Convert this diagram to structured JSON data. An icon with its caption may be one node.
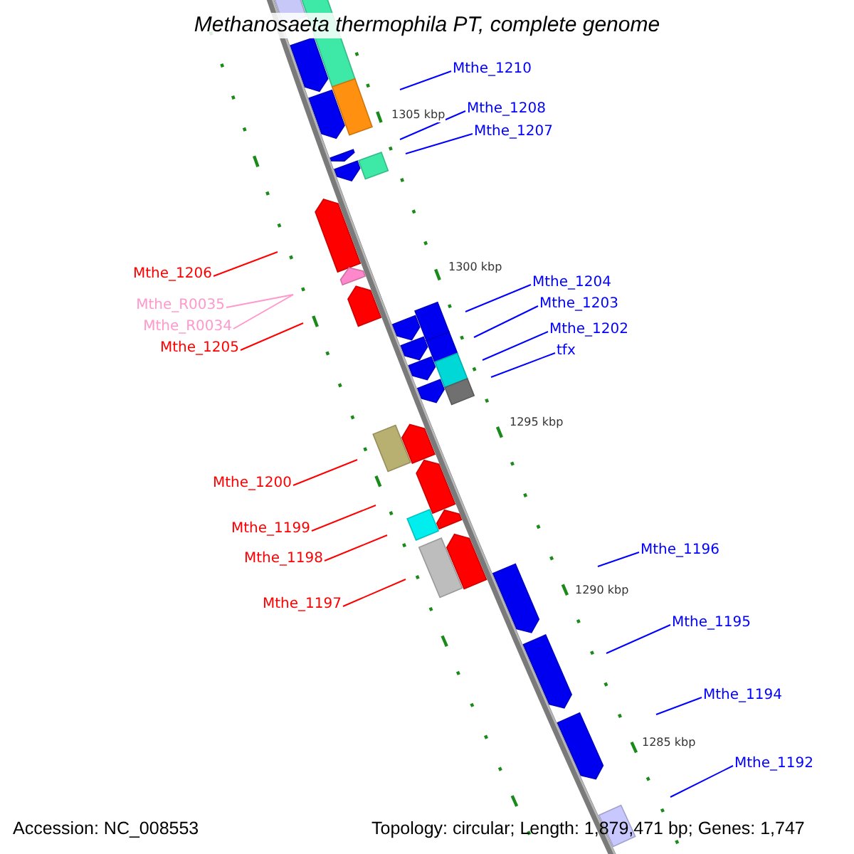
{
  "diagram": {
    "title": "Methanosaeta thermophila PT, complete genome",
    "nodes": [
      {
        "text": [
          "Mthe_1210"
        ]
      },
      {
        "text": [
          "Mthe_1208"
        ]
      },
      {
        "text": [
          "Mthe_1207"
        ]
      },
      {
        "text": [
          "Mthe_1206"
        ]
      },
      {
        "text": [
          "Mthe_1204"
        ]
      },
      {
        "text": [
          "Mthe_R0035"
        ]
      },
      {
        "text": [
          "Mthe_1203"
        ]
      },
      {
        "text": [
          "Mthe_R0034"
        ]
      },
      {
        "text": [
          "Mthe_1202"
        ]
      },
      {
        "text": [
          "Mthe_1205"
        ]
      },
      {
        "text": [
          "tfx"
        ]
      },
      {
        "text": [
          "Mthe_1200"
        ]
      },
      {
        "text": [
          "Mthe_1199"
        ]
      },
      {
        "text": [
          "Mthe_1196"
        ]
      },
      {
        "text": [
          "Mthe_1198"
        ]
      },
      {
        "text": [
          "Mthe_1197"
        ]
      },
      {
        "text": [
          "Mthe_1195"
        ]
      },
      {
        "text": [
          "Mthe_1194"
        ]
      },
      {
        "text": [
          "Mthe_1192"
        ]
      }
    ],
    "edges": [
      {
        "from": 0,
        "to": null,
        "arrow": "none"
      },
      {
        "from": 1,
        "to": null,
        "arrow": "none"
      },
      {
        "from": 2,
        "to": null,
        "arrow": "none"
      },
      {
        "from": 3,
        "to": null,
        "arrow": "none",
        "color": "#ff0000"
      },
      {
        "from": 4,
        "to": null,
        "arrow": "none"
      },
      {
        "from": 5,
        "to": null,
        "arrow": "none",
        "color": "#ff99cc"
      },
      {
        "from": 6,
        "to": null,
        "arrow": "none"
      },
      {
        "from": 7,
        "to": null,
        "arrow": "none",
        "color": "#ff99cc"
      },
      {
        "from": 8,
        "to": null,
        "arrow": "none"
      },
      {
        "from": 9,
        "to": null,
        "arrow": "none",
        "color": "#ff0000"
      },
      {
        "from": 10,
        "to": null,
        "arrow": "none"
      },
      {
        "from": 11,
        "to": null,
        "arrow": "none",
        "color": "#ff0000"
      },
      {
        "from": 12,
        "to": null,
        "arrow": "none",
        "color": "#ff0000"
      },
      {
        "from": 13,
        "to": null,
        "arrow": "none"
      },
      {
        "from": 14,
        "to": null,
        "arrow": "none",
        "color": "#ff0000"
      },
      {
        "from": 15,
        "to": null,
        "arrow": "none",
        "color": "#ff0000"
      },
      {
        "from": 16,
        "to": null,
        "arrow": "none"
      },
      {
        "from": 17,
        "to": null,
        "arrow": "none"
      },
      {
        "from": 18,
        "to": null,
        "arrow": "none"
      }
    ],
    "labels": [
      "1305 kbp",
      "1300 kbp",
      "1295 kbp",
      "1290 kbp",
      "1285 kbp",
      "Accession: NC_008553",
      "Topology: circular; Length: 1,879,471 bp; Genes: 1,747"
    ]
  }
}
